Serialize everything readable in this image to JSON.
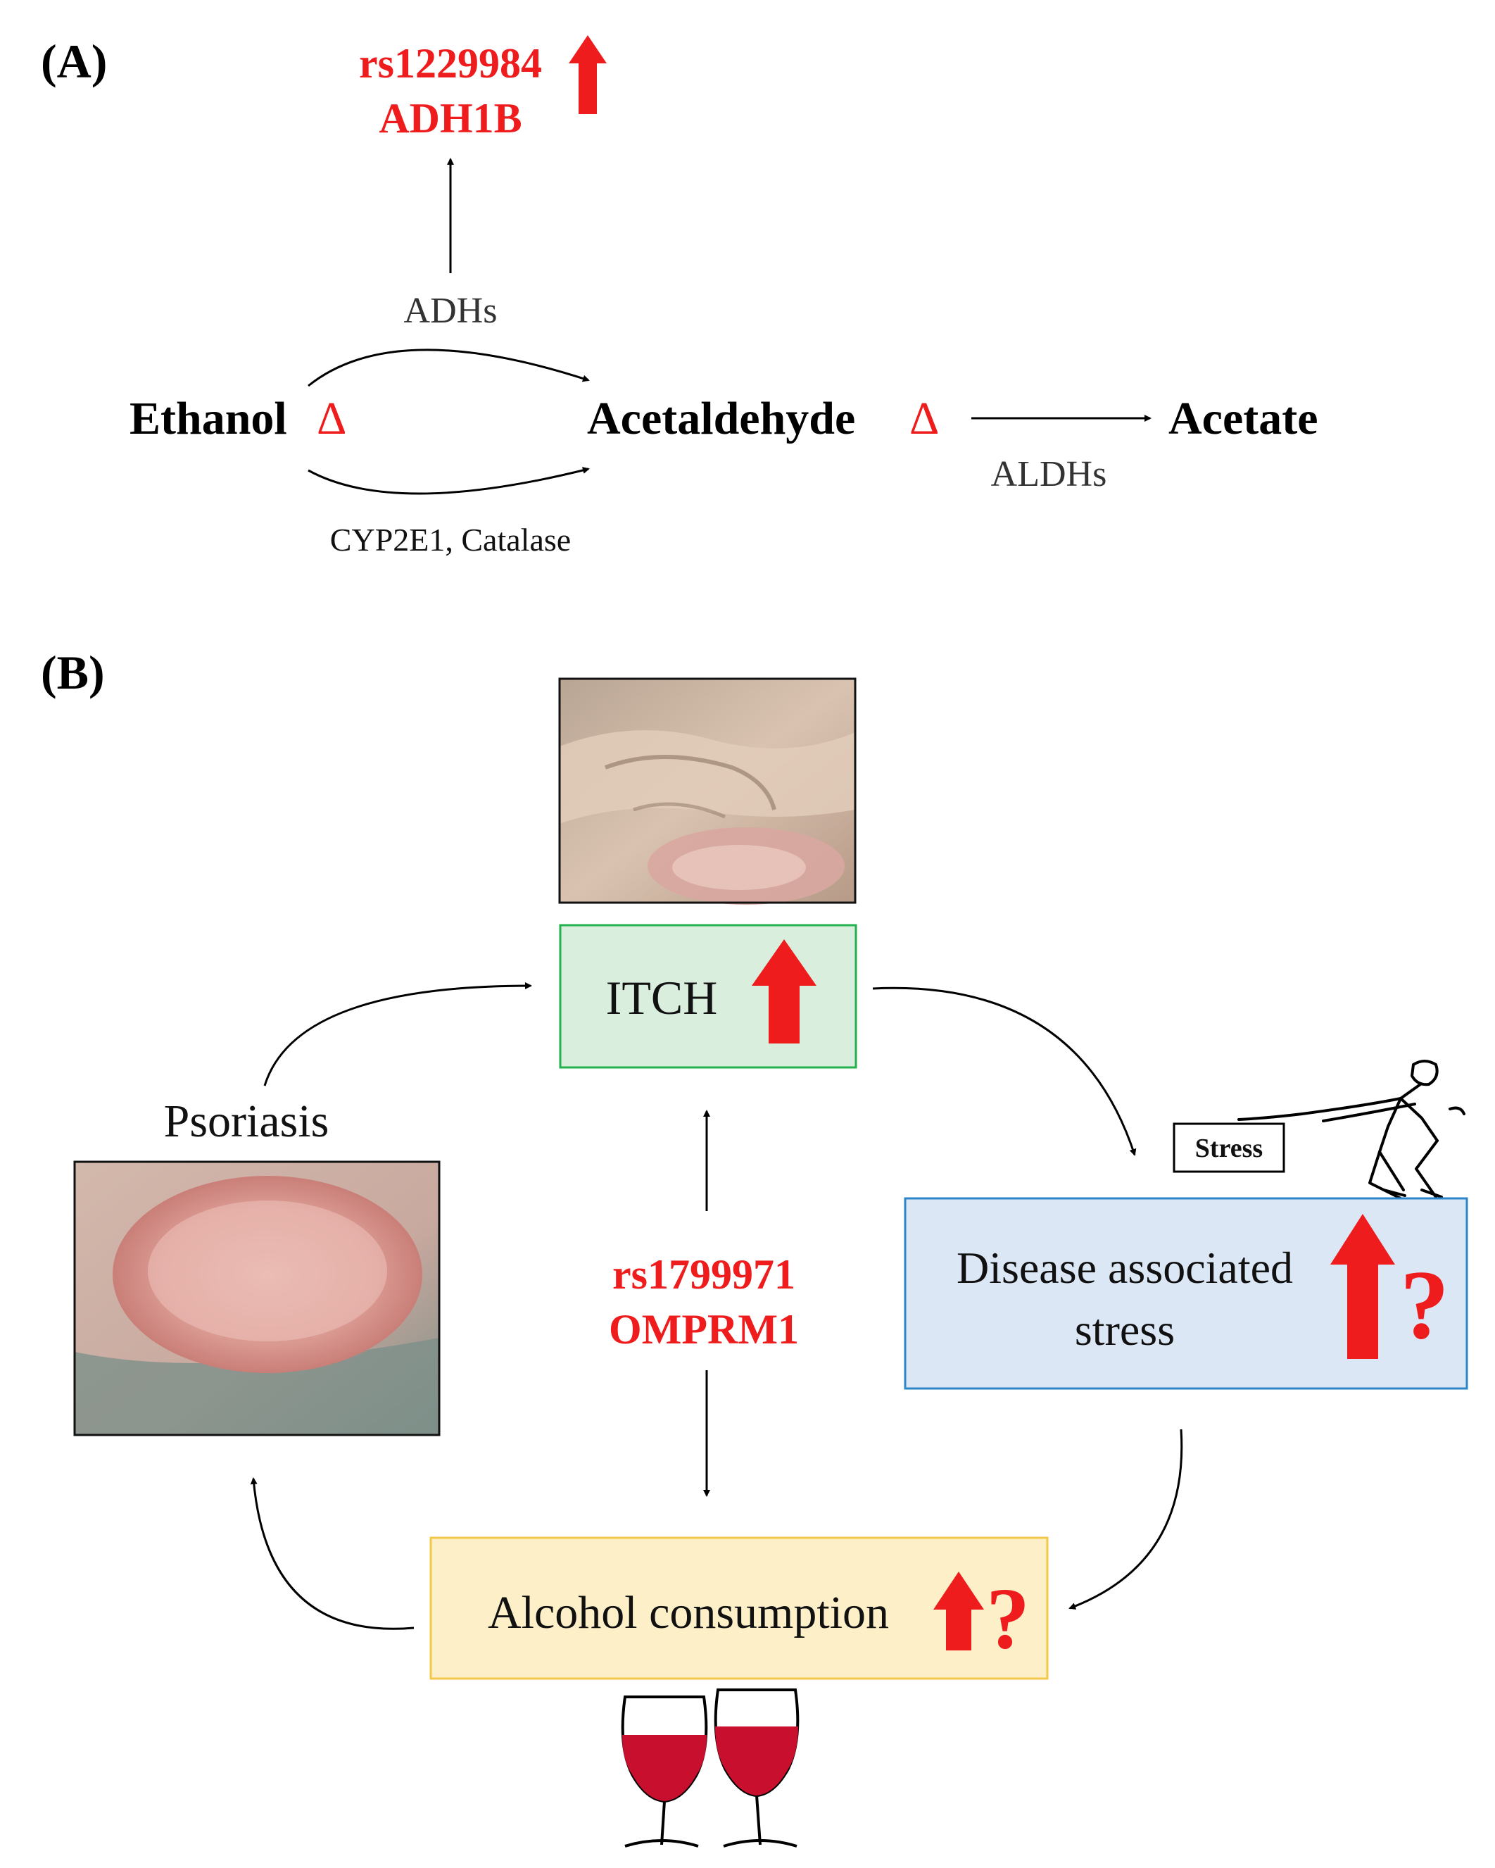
{
  "panel_a": {
    "label": "(A)",
    "snp": "rs1229984",
    "gene": "ADH1B",
    "enzyme_top": "ADHs",
    "enzyme_bottom": "CYP2E1, Catalase",
    "enzyme_right": "ALDHs",
    "ethanol": "Ethanol",
    "acetaldehyde": "Acetaldehyde",
    "acetate": "Acetate",
    "delta": "Δ"
  },
  "panel_b": {
    "label": "(B)",
    "itch": "ITCH",
    "psoriasis": "Psoriasis",
    "stress_sign": "Stress",
    "stress_line1": "Disease associated",
    "stress_line2": "stress",
    "snp": "rs1799971",
    "gene": "OMPRM1",
    "alcohol": "Alcohol consumption",
    "question": "?"
  },
  "colors": {
    "accent_red": "#ee1c1c",
    "itch_fill": "#d9eedd",
    "itch_border": "#22b14c",
    "stress_fill": "#dbe7f4",
    "stress_border": "#2d86c8",
    "alcohol_fill": "#fdf0c8",
    "alcohol_border": "#f2c84b",
    "wine": "#c8102e"
  },
  "icons": [
    "up-arrow-icon",
    "stick-figure-icon",
    "wine-glass-icon"
  ]
}
